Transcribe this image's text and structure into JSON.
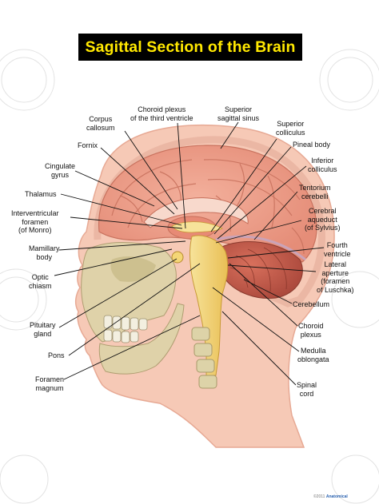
{
  "title": "Sagittal Section of the Brain",
  "labels": {
    "choroid_plexus_third": [
      "Choroid plexus",
      "of the third ventricle"
    ],
    "corpus_callosum": [
      "Corpus",
      "callosum"
    ],
    "superior_sagittal_sinus": [
      "Superior",
      "sagittal sinus"
    ],
    "superior_colliculus": [
      "Superior",
      "colliculus"
    ],
    "fornix": [
      "Fornix"
    ],
    "pineal_body": [
      "Pineal body"
    ],
    "cingulate_gyrus": [
      "Cingulate",
      "gyrus"
    ],
    "inferior_colliculus": [
      "Inferior",
      "colliculus"
    ],
    "thalamus": [
      "Thalamus"
    ],
    "tentorium_cerebelli": [
      "Tentorium",
      "cerebelli"
    ],
    "interventricular_foramen": [
      "Interventricular",
      "foramen",
      "(of Monro)"
    ],
    "cerebral_aqueduct": [
      "Cerebral",
      "aqueduct",
      "(of Sylvius)"
    ],
    "mamillary_body": [
      "Mamillary",
      "body"
    ],
    "fourth_ventricle": [
      "Fourth",
      "ventricle"
    ],
    "optic_chiasm": [
      "Optic",
      "chiasm"
    ],
    "lateral_aperture": [
      "Lateral",
      "aperture",
      "(foramen",
      "of Luschka)"
    ],
    "cerebellum": [
      "Cerebellum"
    ],
    "pituitary_gland": [
      "Pituitary",
      "gland"
    ],
    "choroid_plexus": [
      "Choroid",
      "plexus"
    ],
    "pons": [
      "Pons"
    ],
    "medulla_oblongata": [
      "Medulla",
      "oblongata"
    ],
    "foramen_magnum": [
      "Foramen",
      "magnum"
    ],
    "spinal_cord": [
      "Spinal",
      "cord"
    ]
  },
  "footer": {
    "prefix": "©2011 ",
    "brand": "Anatomical"
  },
  "colors": {
    "title_bg": "#000000",
    "title_text": "#ffe800",
    "skin": "#f6c9b6",
    "brain": "#eea08c",
    "cerebellum": "#c0584a",
    "brainstem": "#f4d676",
    "bone": "#d8cfa4",
    "leader": "#111111",
    "footer_brand": "#2a62b0"
  }
}
